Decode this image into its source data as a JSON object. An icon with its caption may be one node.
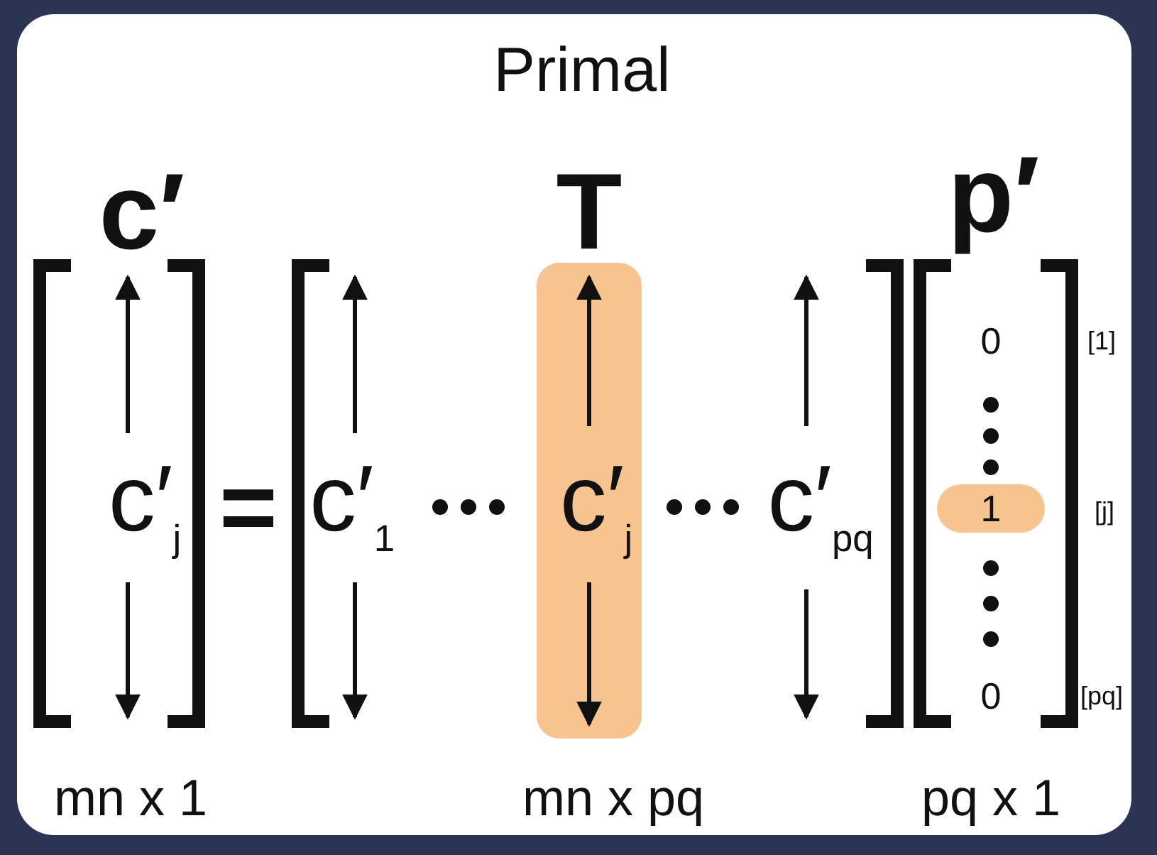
{
  "diagram": {
    "title": "Primal",
    "labels": [
      "c′",
      "T",
      "p′",
      "c′$_{j}$",
      "=",
      "c′$_{1}$",
      "c′$_{j}$",
      "c′$_{pq}$",
      "0",
      "[1]",
      "1",
      "[j]",
      "0",
      "[pq]",
      "mn x 1",
      "mn x pq",
      "pq x 1"
    ]
  }
}
